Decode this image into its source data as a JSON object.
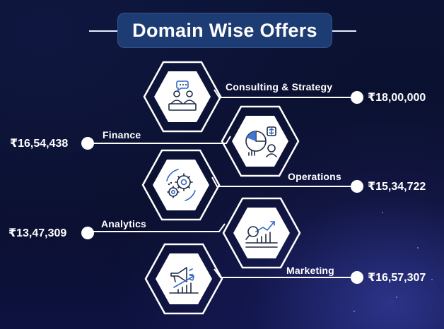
{
  "title": "Domain Wise Offers",
  "colors": {
    "background": "#0a0f2c",
    "title_box": "#1e3c74",
    "line": "#ffffff",
    "icon_dark": "#1f2a44",
    "icon_blue": "#2f67c7"
  },
  "domains": [
    {
      "label": "Consulting & Strategy",
      "value": "₹18,00,000",
      "icon": "meeting-icon",
      "side": "right"
    },
    {
      "label": "Finance",
      "value": "₹16,54,438",
      "icon": "pie-chart-finance-icon",
      "side": "left"
    },
    {
      "label": "Operations",
      "value": "₹15,34,722",
      "icon": "gears-icon",
      "side": "right"
    },
    {
      "label": "Analytics",
      "value": "₹13,47,309",
      "icon": "trend-chart-analytics-icon",
      "side": "left"
    },
    {
      "label": "Marketing",
      "value": "₹16,57,307",
      "icon": "megaphone-growth-icon",
      "side": "right"
    }
  ]
}
